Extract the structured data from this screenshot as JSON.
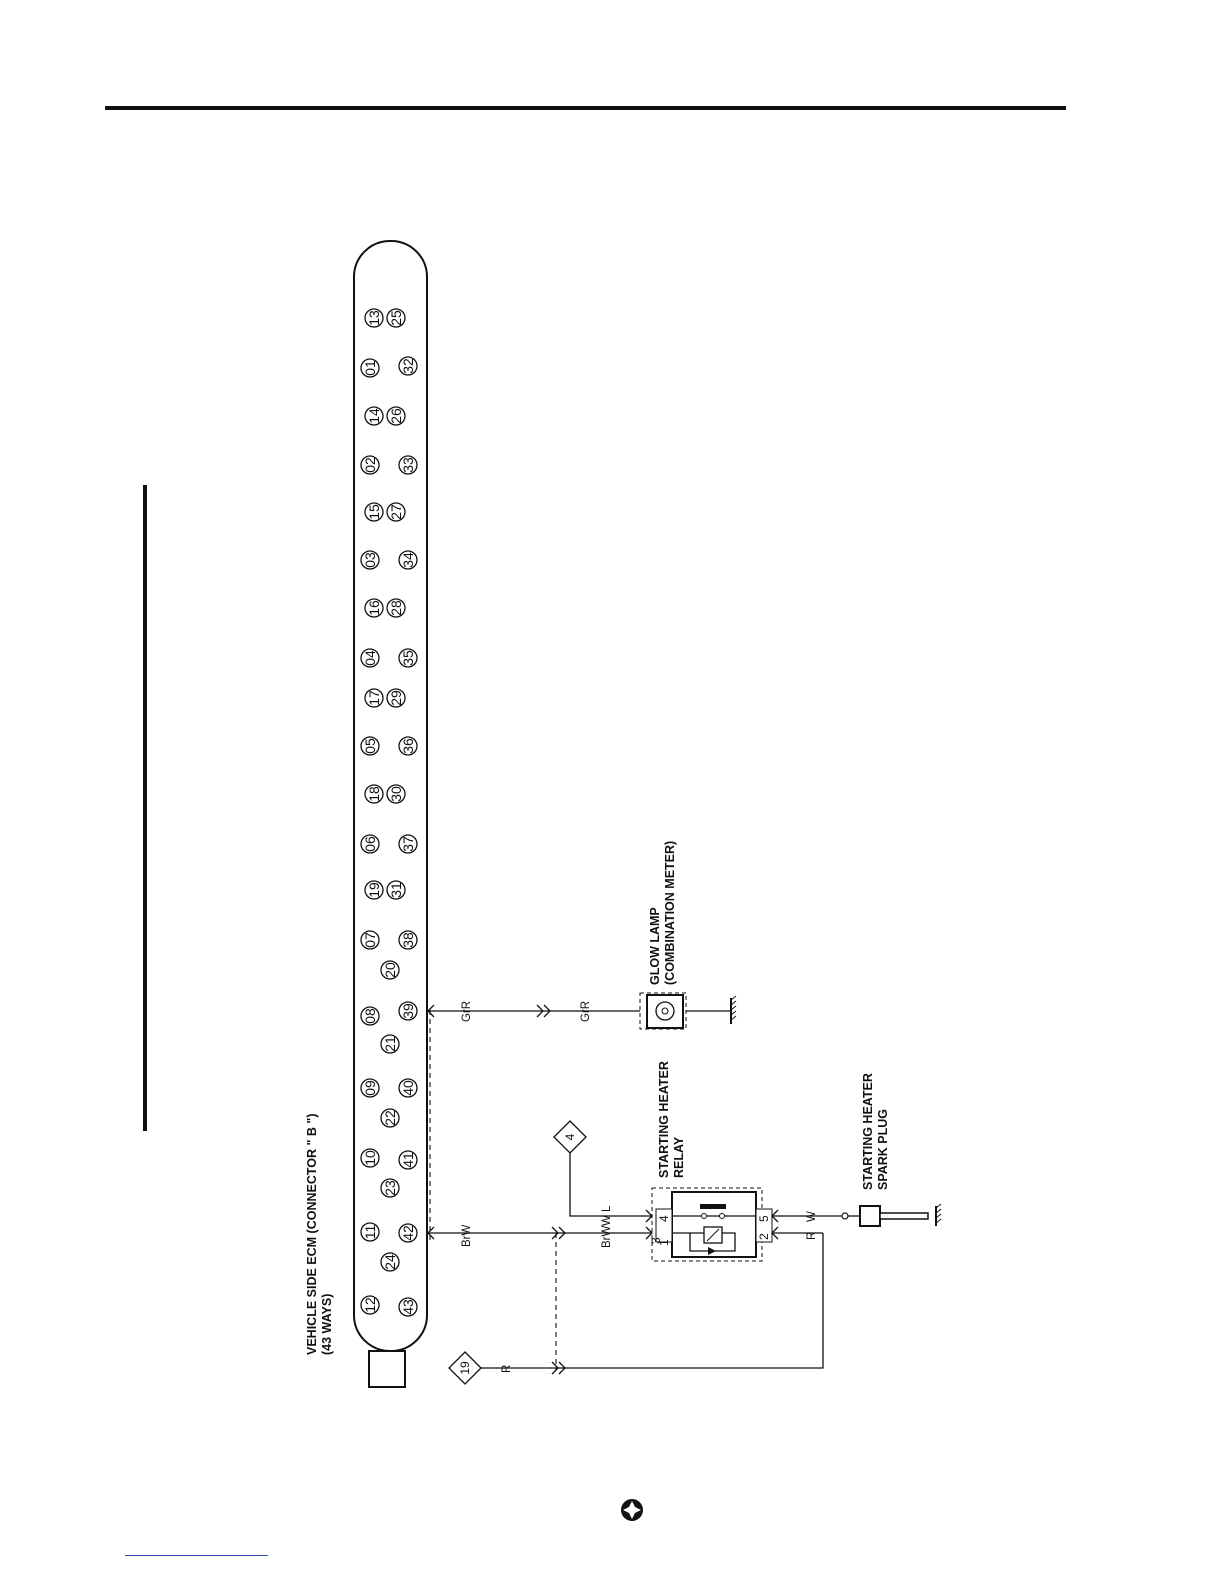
{
  "connector": {
    "title": "VEHICLE SIDE ECM (CONNECTOR \" B \")",
    "subtitle": "(43 WAYS)",
    "pins": [
      "01",
      "02",
      "03",
      "04",
      "05",
      "06",
      "07",
      "08",
      "09",
      "10",
      "11",
      "12",
      "13",
      "14",
      "15",
      "16",
      "17",
      "18",
      "19",
      "20",
      "21",
      "22",
      "23",
      "24",
      "25",
      "26",
      "27",
      "28",
      "29",
      "30",
      "31",
      "32",
      "33",
      "34",
      "35",
      "36",
      "37",
      "38",
      "39",
      "40",
      "41",
      "42",
      "43"
    ]
  },
  "components": {
    "glow_lamp": {
      "line1": "GLOW LAMP",
      "line2": "(COMBINATION METER)"
    },
    "relay": {
      "line1": "STARTING HEATER",
      "line2": "RELAY",
      "terminals": [
        "4",
        "3",
        "1",
        "5",
        "2"
      ]
    },
    "spark_plug": {
      "line1": "STARTING HEATER",
      "line2": "SPARK PLUG"
    }
  },
  "references": {
    "ref_a": "4",
    "ref_b": "19"
  },
  "wires": {
    "pin39_left": "GrR",
    "pin39_right": "GrR",
    "pin42": "BrW",
    "relay_in_upper": "W L",
    "relay_in_lower": "BrW",
    "relay_out_upper": "W",
    "relay_out_lower": "R",
    "ref19_wire": "R"
  }
}
